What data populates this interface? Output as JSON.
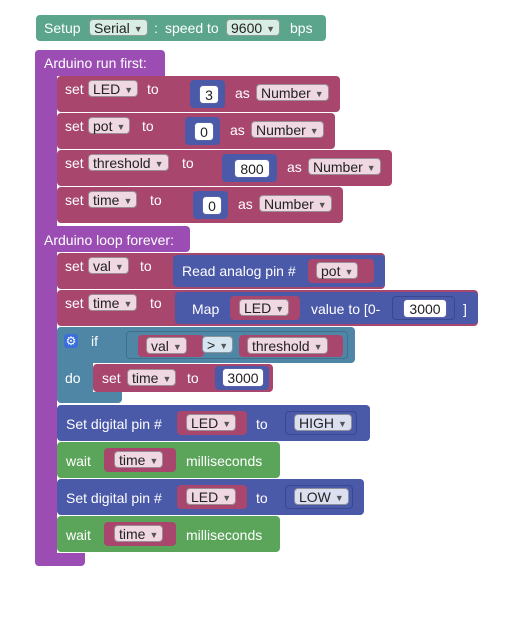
{
  "setup": {
    "title": "Setup",
    "channel": "Serial",
    "colon": ":",
    "speed_label": "speed to",
    "baud": "9600",
    "unit": "bps"
  },
  "run_first": {
    "header": "Arduino run first:",
    "set_word": "set",
    "to_word": "to",
    "as_word": "as",
    "rows": [
      {
        "var": "LED",
        "value": "3",
        "type": "Number"
      },
      {
        "var": "pot",
        "value": "0",
        "type": "Number"
      },
      {
        "var": "threshold",
        "value": "800",
        "type": "Number"
      },
      {
        "var": "time",
        "value": "0",
        "type": "Number"
      }
    ]
  },
  "loop": {
    "header": "Arduino loop forever:",
    "set_val": {
      "set": "set",
      "var": "val",
      "to": "to",
      "read_label": "Read analog pin #",
      "pin": "pot"
    },
    "set_time": {
      "set": "set",
      "var": "time",
      "to": "to",
      "map_label": "Map",
      "source": "LED",
      "value_to": "value to [0-",
      "max": "3000",
      "close": "]"
    },
    "if_block": {
      "if_label": "if",
      "left": "val",
      "op": ">",
      "right": "threshold",
      "do_label": "do",
      "set": "set",
      "var": "time",
      "to": "to",
      "value": "3000"
    },
    "digital_high": {
      "label": "Set digital pin #",
      "pin": "LED",
      "to": "to",
      "state": "HIGH"
    },
    "wait_1": {
      "label": "wait",
      "var": "time",
      "unit": "milliseconds"
    },
    "digital_low": {
      "label": "Set digital pin #",
      "pin": "LED",
      "to": "to",
      "state": "LOW"
    },
    "wait_2": {
      "label": "wait",
      "var": "time",
      "unit": "milliseconds"
    }
  },
  "colors": {
    "serial": "#5ba58c",
    "main": "#9b4db3",
    "variable": "#a8466e",
    "input": "#4a59a8",
    "logic": "#4f86a6",
    "wait": "#5ba55b"
  }
}
